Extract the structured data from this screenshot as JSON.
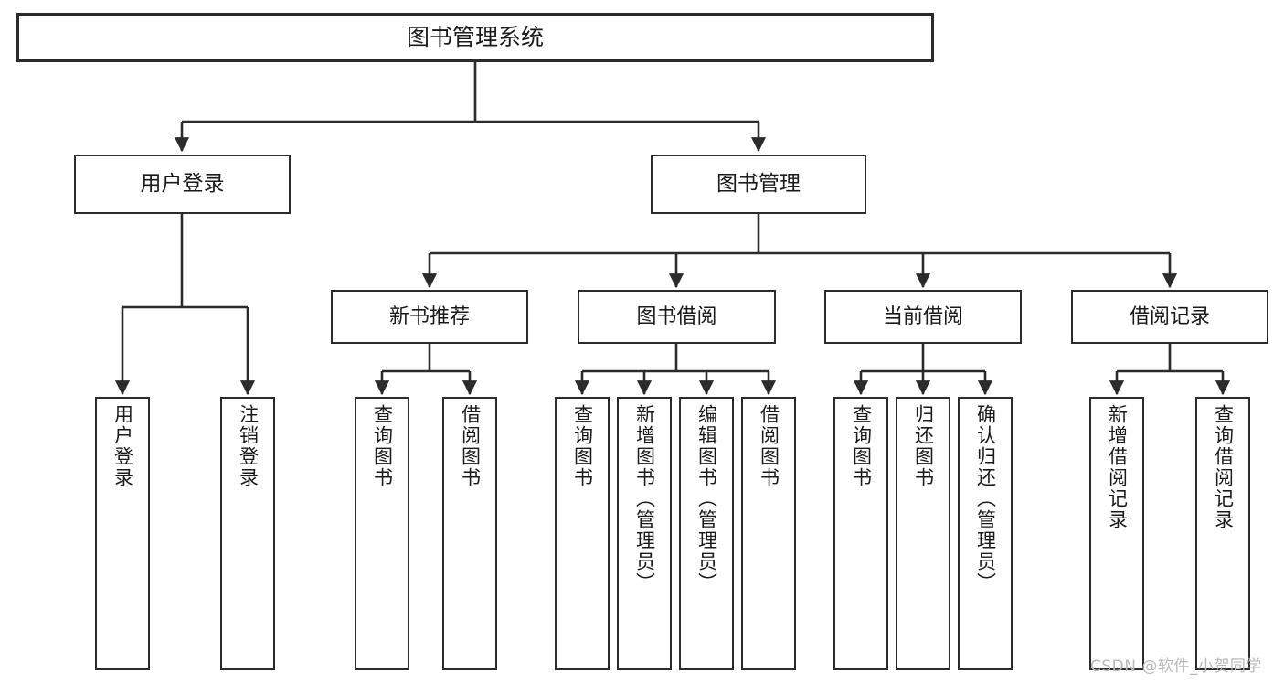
{
  "diagram": {
    "type": "tree-hierarchy-chart",
    "title": "图书管理系统",
    "orientation": "top-down",
    "colors": {
      "box_stroke": "#2b2b2b",
      "box_fill": "#ffffff",
      "connector": "#2b2b2b",
      "text": "#1a1a1a",
      "watermark": "#b9b9b9",
      "background": "#ffffff"
    },
    "root": {
      "label": "图书管理系统"
    },
    "level1": [
      {
        "id": "user-login",
        "label": "用户登录"
      },
      {
        "id": "book-manage",
        "label": "图书管理"
      }
    ],
    "level2": [
      {
        "id": "new-book-recommend",
        "label": "新书推荐",
        "parent": "book-manage"
      },
      {
        "id": "book-borrow",
        "label": "图书借阅",
        "parent": "book-manage"
      },
      {
        "id": "current-borrow",
        "label": "当前借阅",
        "parent": "book-manage"
      },
      {
        "id": "borrow-record",
        "label": "借阅记录",
        "parent": "book-manage"
      }
    ],
    "leaves": {
      "user_login": [
        {
          "id": "leaf-user-login",
          "label": "用户登录"
        },
        {
          "id": "leaf-user-logout",
          "label": "注销登录"
        }
      ],
      "new_book_recommend": [
        {
          "id": "leaf-query-book-1",
          "label": "查询图书"
        },
        {
          "id": "leaf-borrow-book-1",
          "label": "借阅图书"
        }
      ],
      "book_borrow": [
        {
          "id": "leaf-query-book-2",
          "label": "查询图书"
        },
        {
          "id": "leaf-add-book",
          "label": "新增图书（管理员）"
        },
        {
          "id": "leaf-edit-book",
          "label": "编辑图书（管理员）"
        },
        {
          "id": "leaf-borrow-book-2",
          "label": "借阅图书"
        }
      ],
      "current_borrow": [
        {
          "id": "leaf-query-book-3",
          "label": "查询图书"
        },
        {
          "id": "leaf-return-book",
          "label": "归还图书"
        },
        {
          "id": "leaf-confirm-return",
          "label": "确认归还（管理员）"
        }
      ],
      "borrow_record": [
        {
          "id": "leaf-add-record",
          "label": "新增借阅记录"
        },
        {
          "id": "leaf-query-record",
          "label": "查询借阅记录"
        }
      ]
    }
  },
  "watermark": {
    "text": "CSDN @软件_小贺同学"
  }
}
